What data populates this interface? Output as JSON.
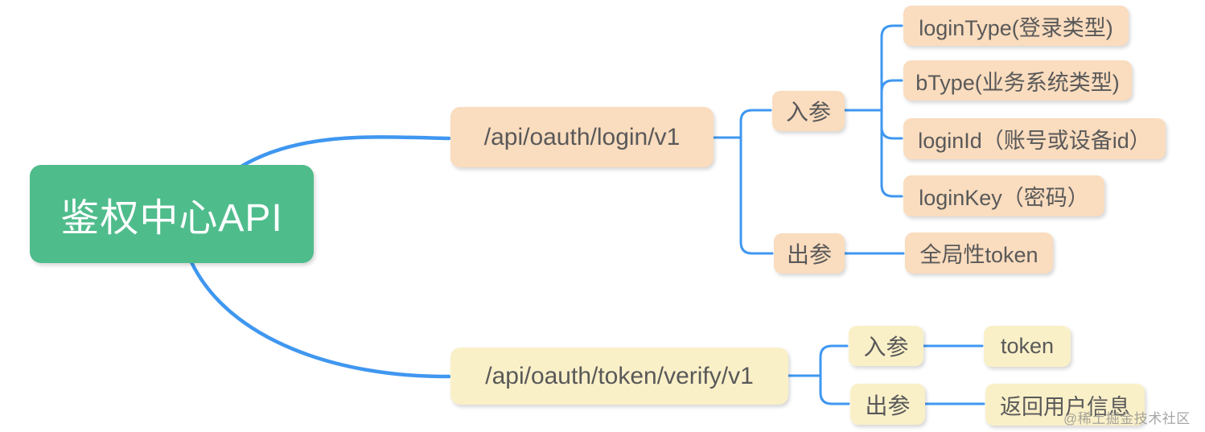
{
  "root": {
    "label": "鉴权中心API"
  },
  "branches": [
    {
      "label": "/api/oauth/login/v1",
      "groups": [
        {
          "label": "入参",
          "children": [
            {
              "label": "loginType(登录类型)"
            },
            {
              "label": "bType(业务系统类型)"
            },
            {
              "label": "loginId（账号或设备id）"
            },
            {
              "label": "loginKey（密码）"
            }
          ]
        },
        {
          "label": "出参",
          "children": [
            {
              "label": "全局性token"
            }
          ]
        }
      ]
    },
    {
      "label": "/api/oauth/token/verify/v1",
      "groups": [
        {
          "label": "入参",
          "children": [
            {
              "label": "token"
            }
          ]
        },
        {
          "label": "出参",
          "children": [
            {
              "label": "返回用户信息"
            }
          ]
        }
      ]
    }
  ],
  "watermark": "@稀土掘金技术社区",
  "colors": {
    "root_bg": "#4fbc8c",
    "root_text": "#ffffff",
    "branch1_bg": "#fadcbe",
    "branch2_bg": "#faf0c8",
    "connector": "#3f97f0",
    "node_text": "#595959"
  }
}
